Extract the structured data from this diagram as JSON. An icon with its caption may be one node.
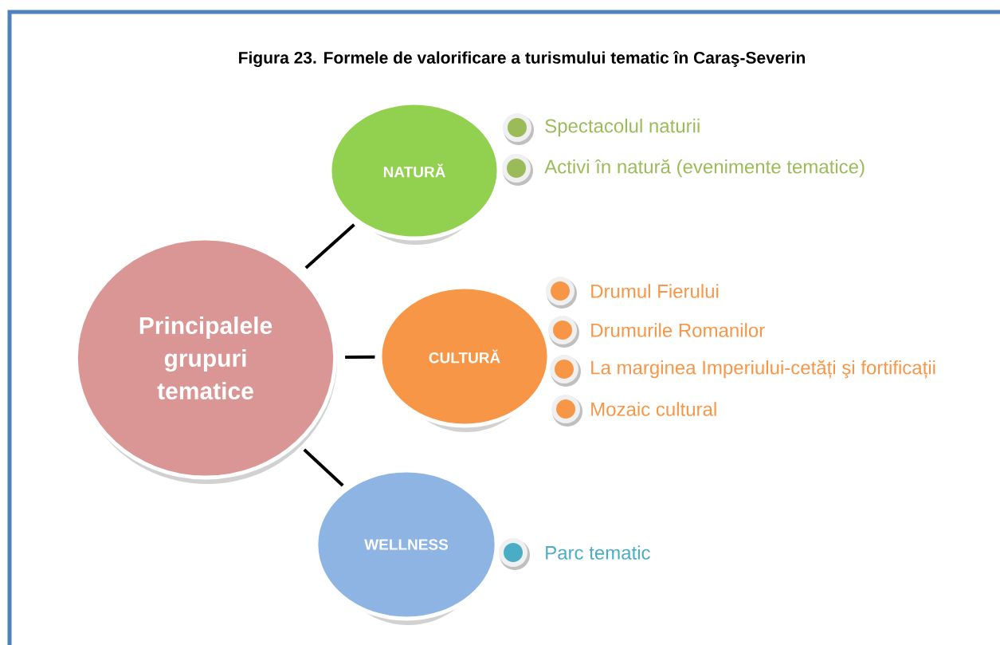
{
  "diagram": {
    "title": "Figura 23. Formele de valorificare a turismului tematic în Caraş-Severin",
    "nodes": [
      {
        "text": [
          "Principalele grupuri tematice"
        ]
      },
      {
        "text": [
          "NATURĂ"
        ]
      },
      {
        "text": [
          "CULTURĂ"
        ]
      },
      {
        "text": [
          "WELLNESS"
        ]
      }
    ],
    "edges": [
      {
        "from": 0,
        "to": 1,
        "arrow": "none"
      },
      {
        "from": 0,
        "to": 2,
        "arrow": "none"
      },
      {
        "from": 0,
        "to": 3,
        "arrow": "none"
      }
    ],
    "labels": [
      "Spectacolul naturii",
      "Activi în natură (evenimente tematice)",
      "Drumul Fierului",
      "Drumurile Romanilor",
      "La marginea Imperiului-cetăți şi fortificații",
      "Mozaic cultural",
      "Parc tematic"
    ]
  }
}
